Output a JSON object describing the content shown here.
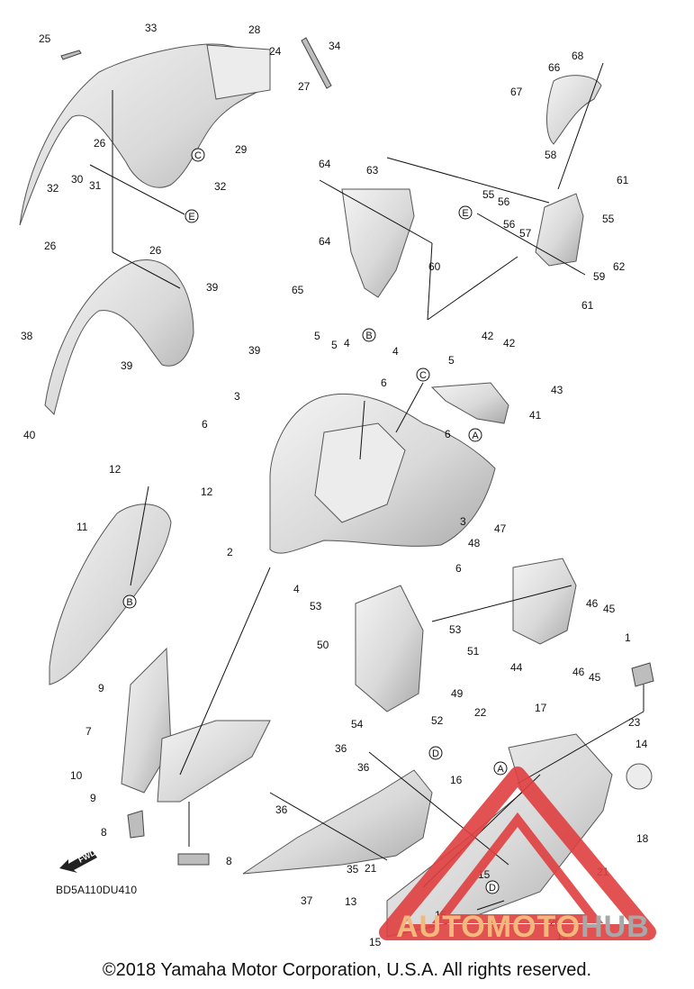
{
  "callouts": [
    "1",
    "2",
    "3",
    "3",
    "4",
    "4",
    "4",
    "5",
    "5",
    "5",
    "6",
    "6",
    "6",
    "6",
    "7",
    "8",
    "8",
    "9",
    "9",
    "10",
    "11",
    "12",
    "12",
    "13",
    "14",
    "15",
    "15",
    "15",
    "16",
    "17",
    "18",
    "19",
    "20",
    "21",
    "21",
    "22",
    "23",
    "24",
    "25",
    "26",
    "26",
    "26",
    "27",
    "28",
    "29",
    "30",
    "31",
    "32",
    "32",
    "33",
    "34",
    "35",
    "36",
    "36",
    "36",
    "37",
    "38",
    "39",
    "39",
    "39",
    "40",
    "41",
    "42",
    "42",
    "43",
    "44",
    "45",
    "45",
    "46",
    "46",
    "47",
    "48",
    "49",
    "50",
    "51",
    "52",
    "53",
    "53",
    "54",
    "55",
    "55",
    "56",
    "56",
    "57",
    "58",
    "59",
    "60",
    "61",
    "61",
    "62",
    "63",
    "64",
    "64",
    "65",
    "66",
    "67",
    "68"
  ],
  "reference_marks": [
    "A",
    "A",
    "B",
    "B",
    "C",
    "C",
    "D",
    "D",
    "E",
    "E"
  ],
  "fwd_label": "FWD",
  "drawing_code": "BD5A110DU410",
  "watermark": {
    "part1": "AUTOMOTO",
    "part2": "HUB"
  },
  "copyright": "©2018 Yamaha Motor Corporation, U.S.A. All rights reserved.",
  "colors": {
    "watermark_red": "#e04040",
    "watermark_orange": "#f2b87c",
    "watermark_gray": "#a8a8a8"
  }
}
